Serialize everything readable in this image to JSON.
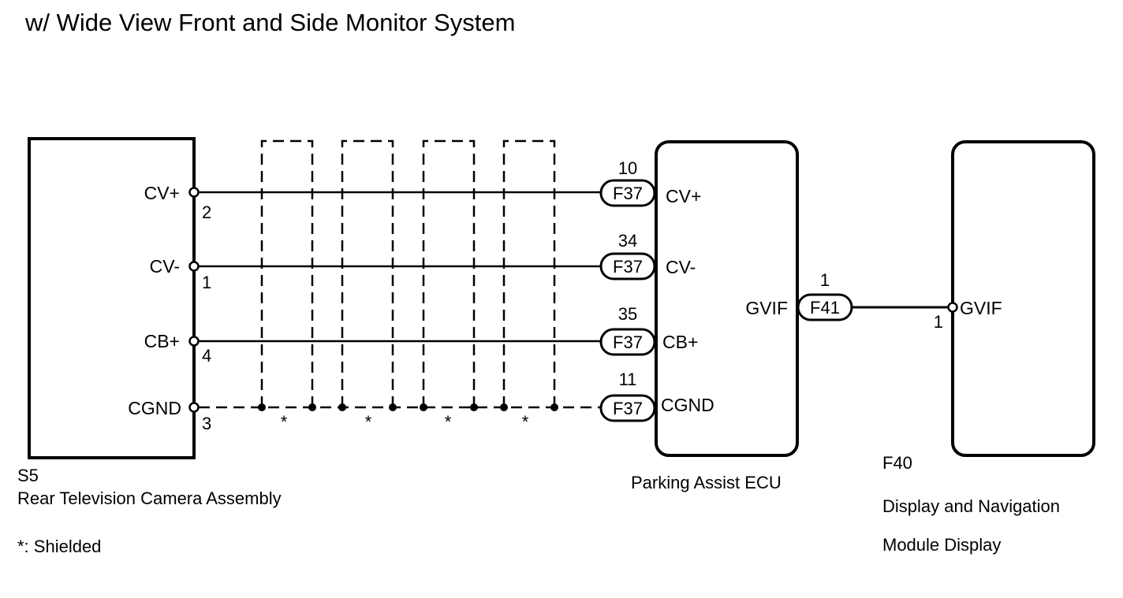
{
  "title": "w/ Wide View Front and Side Monitor System",
  "components": {
    "camera": {
      "code": "S5",
      "name": "Rear Television Camera Assembly"
    },
    "ecu": {
      "name": "Parking Assist ECU"
    },
    "display": {
      "code": "F40",
      "name_line1": "Display and Navigation",
      "name_line2": "Module Display"
    }
  },
  "wires": [
    {
      "from_label": "CV+",
      "from_pin": "2",
      "connector": "F37",
      "to_pin": "10",
      "to_label": "CV+"
    },
    {
      "from_label": "CV-",
      "from_pin": "1",
      "connector": "F37",
      "to_pin": "34",
      "to_label": "CV-"
    },
    {
      "from_label": "CB+",
      "from_pin": "4",
      "connector": "F37",
      "to_pin": "35",
      "to_label": "CB+"
    },
    {
      "from_label": "CGND",
      "from_pin": "3",
      "connector": "F37",
      "to_pin": "11",
      "to_label": "CGND"
    }
  ],
  "gvif_link": {
    "ecu_label": "GVIF",
    "connector": "F41",
    "connector_pin": "1",
    "display_pin": "1",
    "display_label": "GVIF"
  },
  "shield_marker": "*",
  "note": "*: Shielded"
}
